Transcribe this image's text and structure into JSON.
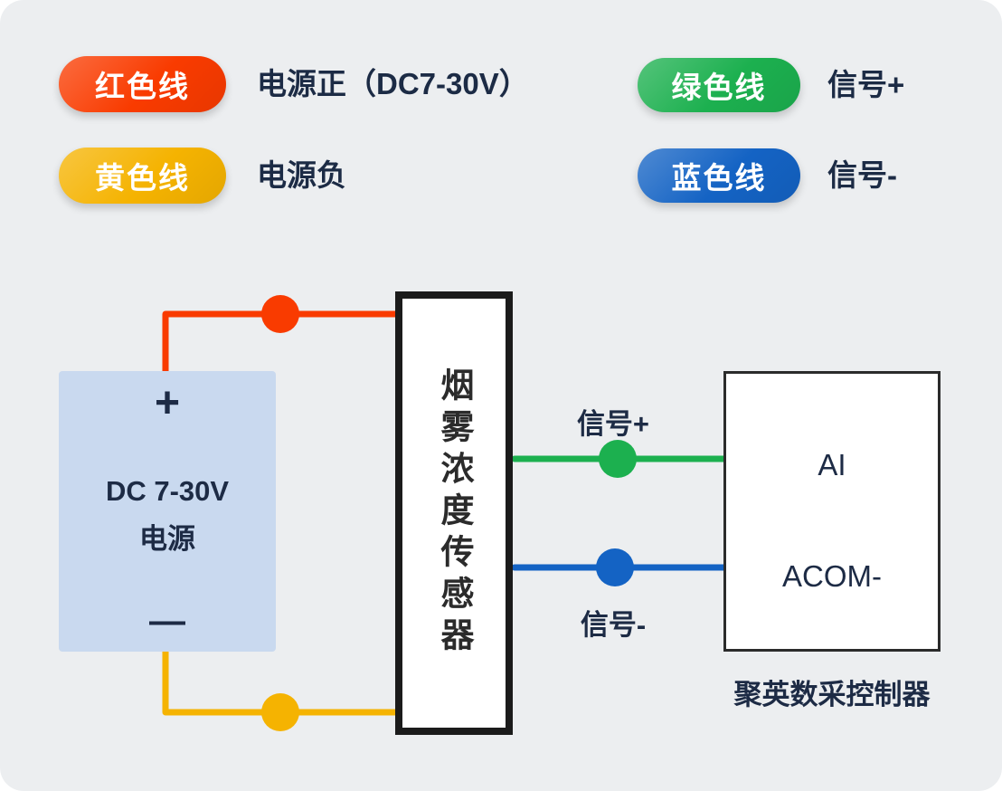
{
  "page": {
    "background": "#eceef0"
  },
  "legend": {
    "items": [
      {
        "name": "red-wire",
        "label": "红色线",
        "color": "#f93b00",
        "desc": "电源正（DC7-30V）"
      },
      {
        "name": "yellow-wire",
        "label": "黄色线",
        "color": "#f5b301",
        "desc": "电源负"
      },
      {
        "name": "green-wire",
        "label": "绿色线",
        "color": "#1cb04f",
        "desc": "信号+"
      },
      {
        "name": "blue-wire",
        "label": "蓝色线",
        "color": "#1463c4",
        "desc": "信号-"
      }
    ]
  },
  "diagram": {
    "power": {
      "plus": "+",
      "line1": "DC 7-30V",
      "line2": "电源",
      "minus": "—",
      "fill": "#c9d9ef"
    },
    "sensor": {
      "label": "烟雾浓度传感器"
    },
    "controller": {
      "port_ai": "AI",
      "port_acom": "ACOM-",
      "caption": "聚英数采控制器"
    },
    "wires": {
      "power_positive": {
        "color": "#f93b00"
      },
      "power_negative": {
        "color": "#f5b301"
      },
      "signal_plus": {
        "color": "#1cb04f",
        "label": "信号+"
      },
      "signal_minus": {
        "color": "#1463c4",
        "label": "信号-"
      }
    }
  }
}
